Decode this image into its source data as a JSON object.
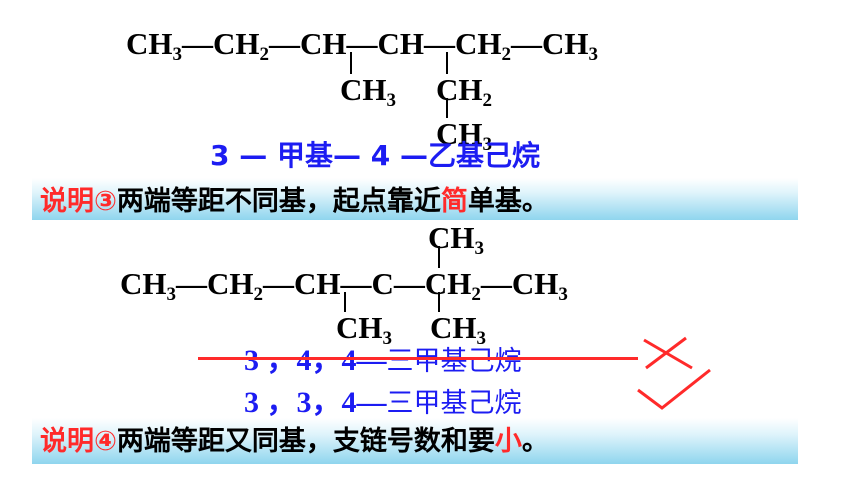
{
  "molecule1": {
    "main_chain": [
      {
        "el": "CH",
        "sub": "3"
      },
      {
        "el": "CH",
        "sub": "2"
      },
      {
        "el": "CH",
        "sub": ""
      },
      {
        "el": "CH",
        "sub": ""
      },
      {
        "el": "CH",
        "sub": "2"
      },
      {
        "el": "CH",
        "sub": "3"
      }
    ],
    "bond": "—",
    "branch_a": {
      "el": "CH",
      "sub": "3"
    },
    "branch_b1": {
      "el": "CH",
      "sub": "2"
    },
    "branch_b2": {
      "el": "CH",
      "sub": "3"
    }
  },
  "name1": "3 — 甲基— 4 —乙基己烷",
  "rule3": {
    "label": "说明③",
    "text_before": "两端等距不同基，起点靠近",
    "highlight": "简",
    "text_after": "单基。"
  },
  "molecule2": {
    "top": {
      "el": "CH",
      "sub": "3"
    },
    "main_chain": [
      {
        "el": "CH",
        "sub": "3"
      },
      {
        "el": "CH",
        "sub": "2"
      },
      {
        "el": "CH",
        "sub": ""
      },
      {
        "el": "C",
        "sub": ""
      },
      {
        "el": "CH",
        "sub": "2"
      },
      {
        "el": "CH",
        "sub": "3"
      }
    ],
    "bond": "—",
    "branch_a": {
      "el": "CH",
      "sub": "3"
    },
    "branch_b": {
      "el": "CH",
      "sub": "3"
    }
  },
  "name_wrong": {
    "nums": "3 ，4，4",
    "rest": "三甲基己烷",
    "mark": "×"
  },
  "name_right": {
    "nums": "3 ，3，4",
    "rest": "三甲基己烷",
    "mark": "√"
  },
  "rule4": {
    "label": "说明④",
    "text_before": "两端等距又同基，支链号数和要",
    "highlight": "小",
    "text_after": "。"
  },
  "colors": {
    "blue": "#1c1cf2",
    "red": "#ff2a2a",
    "band": "#8fd5ee"
  }
}
